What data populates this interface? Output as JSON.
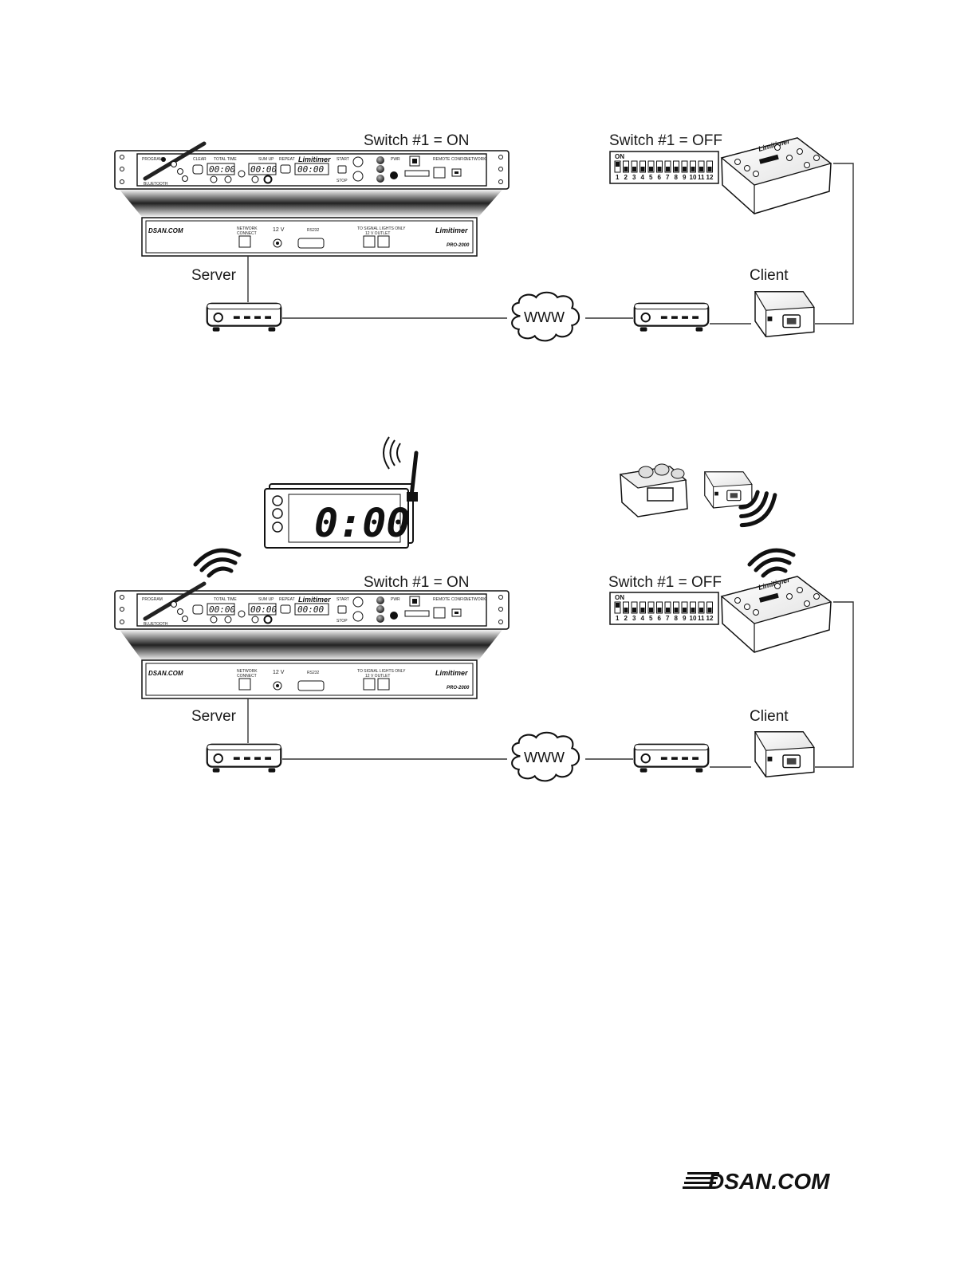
{
  "diagram_top": {
    "server_switch_label": "Switch #1 = ON",
    "client_switch_label": "Switch #1 = OFF",
    "server_label": "Server",
    "client_label": "Client",
    "cloud_label": "WWW"
  },
  "diagram_bottom": {
    "server_switch_label": "Switch #1 = ON",
    "client_switch_label": "Switch #1 = OFF",
    "server_label": "Server",
    "client_label": "Client",
    "cloud_label": "WWW",
    "wireless_display": "0:00"
  },
  "unit": {
    "brand": "Limitimer",
    "model": "PRO-2000",
    "time_total": "00:00",
    "time_sum": "00:00",
    "time_main": "00:00",
    "label_program": "PROGRAM",
    "label_bluetooth": "BLUETOOTH",
    "label_total_time": "TOTAL TIME",
    "label_sum_up": "SUM UP",
    "label_repeat": "REPEAT",
    "label_start": "START",
    "label_stop": "STOP",
    "label_pwr": "PWR",
    "label_remote": "REMOTE",
    "label_config": "CONFIG",
    "label_network": "NETWORK"
  },
  "rear_panel": {
    "logo": "DSAN.COM",
    "network": "NETWORK",
    "connect": "CONNECT",
    "voltage": "12 V",
    "rs232": "RS232",
    "signal_lights": "TO SIGNAL LIGHTS ONLY",
    "outlet": "12 V OUTLET",
    "brand": "Limitimer",
    "model": "PRO-2000"
  },
  "dip_switch": {
    "on_label": "ON",
    "numbers": [
      "1",
      "2",
      "3",
      "4",
      "5",
      "6",
      "7",
      "8",
      "9",
      "10",
      "11",
      "12"
    ]
  },
  "controller": {
    "brand": "Limitimer"
  },
  "footer": {
    "logo": "DSAN.COM"
  }
}
